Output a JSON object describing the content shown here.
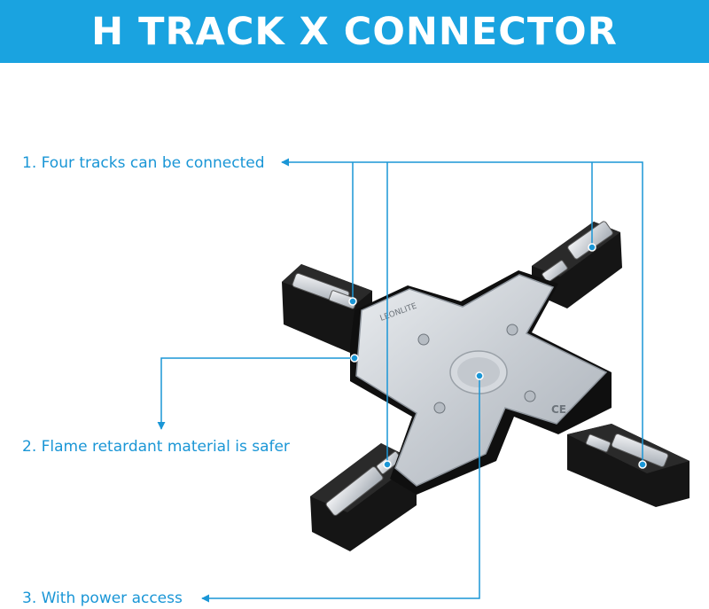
{
  "banner": {
    "title": "H TRACK X CONNECTOR",
    "background_color": "#1aa3e0",
    "text_color": "#ffffff"
  },
  "callouts": [
    {
      "label": "1. Four tracks can be connected"
    },
    {
      "label": "2. Flame retardant material is safer"
    },
    {
      "label": "3. With power access"
    }
  ],
  "accent_color": "#1a96d6",
  "product": {
    "logo_text": "LEONLITE",
    "cert_mark": "CE"
  }
}
